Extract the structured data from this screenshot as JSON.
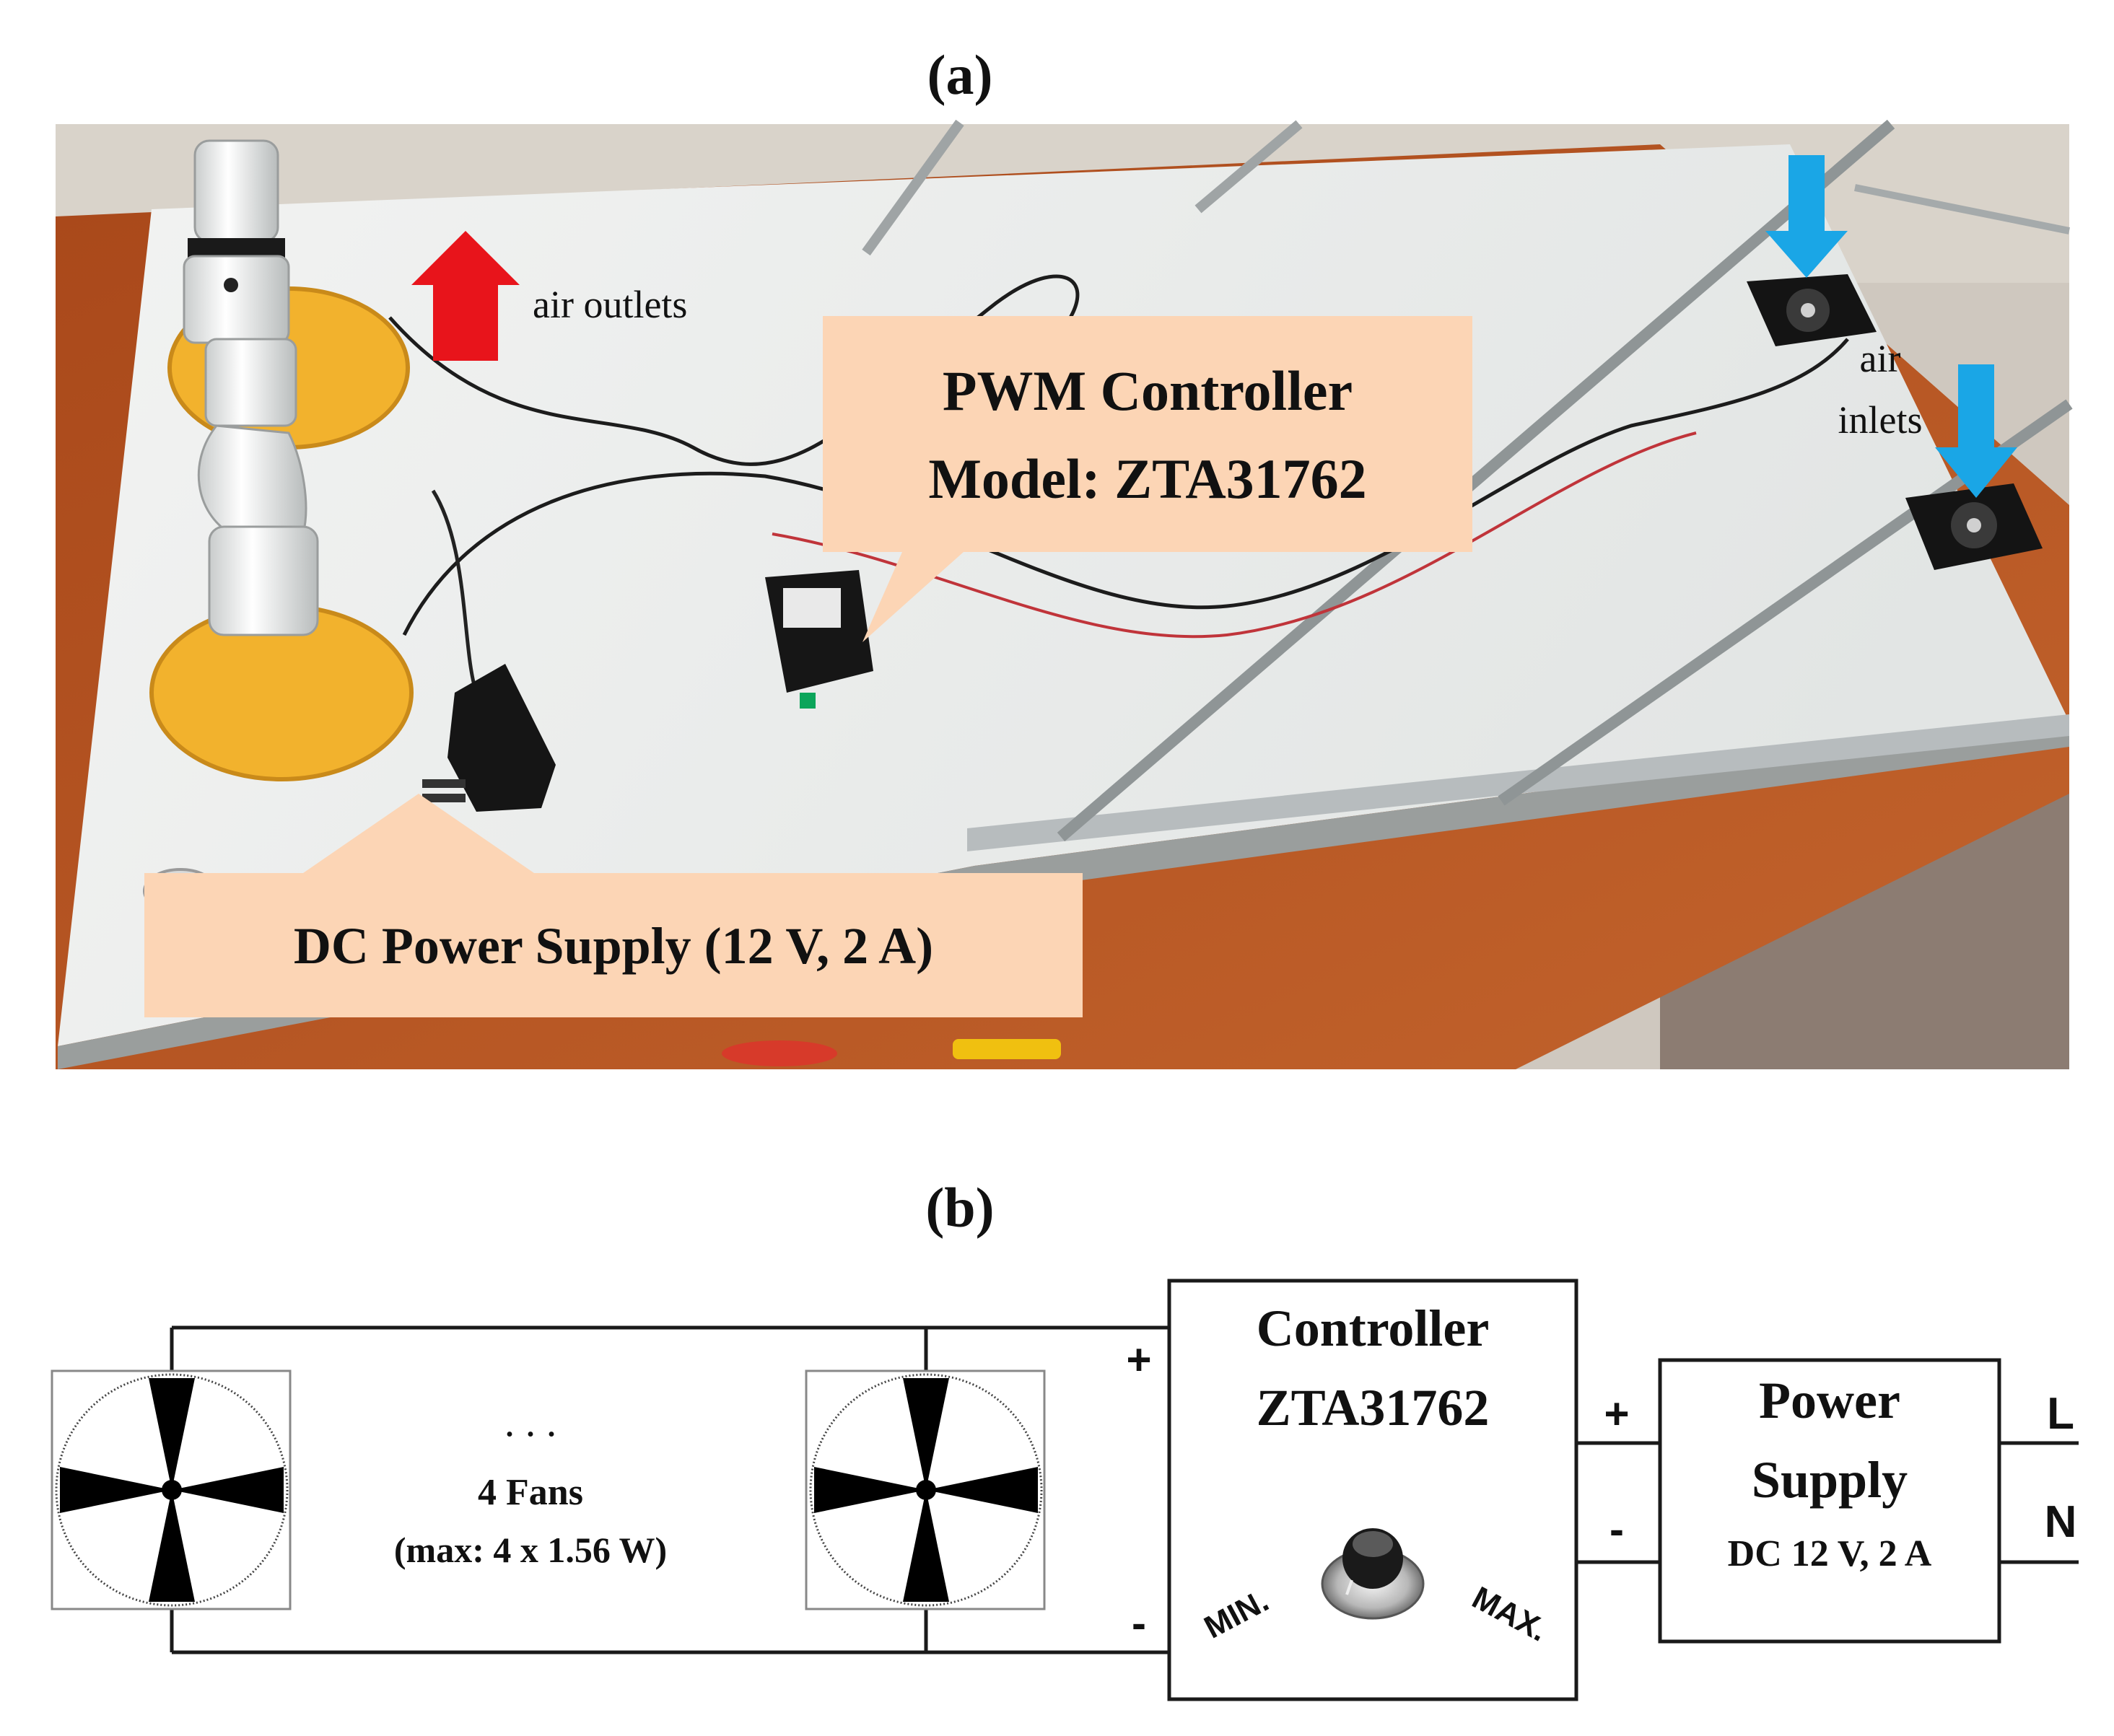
{
  "panel_a": {
    "caption": "(a)",
    "labels": {
      "air_outlets": "air outlets",
      "air_inlets_line1": "air",
      "air_inlets_line2": "inlets"
    },
    "callouts": {
      "pwm_line1": "PWM Controller",
      "pwm_line2": "Model: ZTA31762",
      "power_supply": "DC Power Supply (12 V, 2 A)"
    },
    "colors": {
      "outlet_arrow": "#e8141b",
      "inlet_arrow": "#1aa6e6",
      "callout_fill": "#fcd5b5",
      "table_wood": "#b4521f",
      "board": "#eef0ef",
      "yellow_base": "#f0b030"
    }
  },
  "panel_b": {
    "caption": "(b)",
    "fans": {
      "dots": ". . .",
      "count_label": "4 Fans",
      "power_label": "(max: 4 x 1.56 W)"
    },
    "controller": {
      "line1": "Controller",
      "line2": "ZTA31762",
      "min_label": "MIN.",
      "max_label": "MAX.",
      "plus_left": "+",
      "minus_left": "-",
      "plus_right": "+",
      "minus_right": "-"
    },
    "power_supply": {
      "line1": "Power",
      "line2": "Supply",
      "line3": "DC 12 V, 2 A",
      "l_label": "L",
      "n_label": "N"
    }
  }
}
